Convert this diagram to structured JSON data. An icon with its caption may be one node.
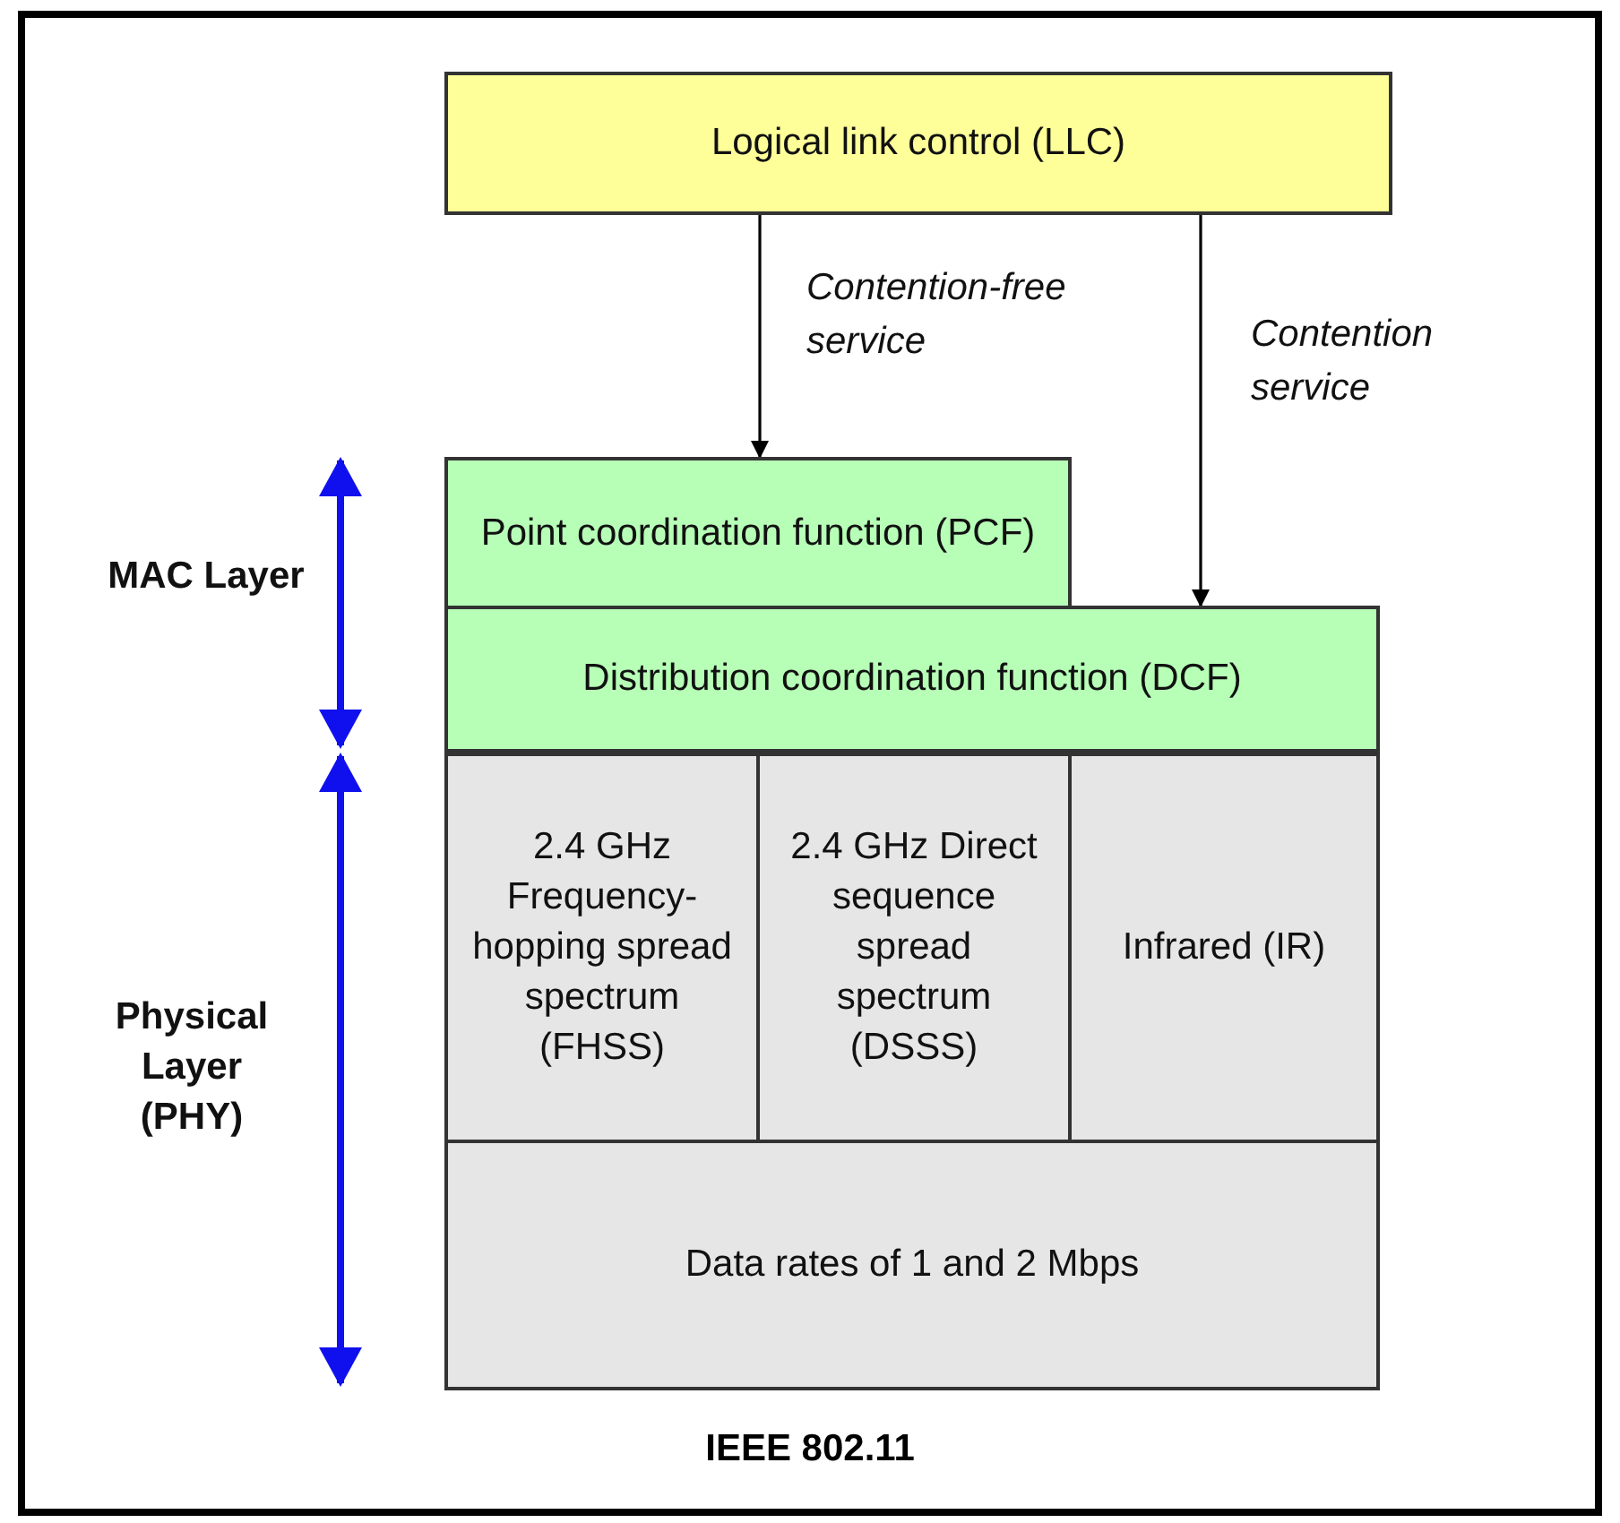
{
  "diagram": {
    "title": "IEEE 802.11",
    "nodes": [
      {
        "text": [
          "Logical link control (LLC)"
        ]
      },
      {
        "text": [
          "Point coordination function (PCF)"
        ]
      },
      {
        "text": [
          "Distribution coordination function (DCF)"
        ]
      },
      {
        "text": [
          "2.4 GHz Frequency-hopping spread spectrum (FHSS)"
        ]
      },
      {
        "text": [
          "2.4 GHz Direct sequence spread spectrum (DSSS)"
        ]
      },
      {
        "text": [
          "Infrared (IR)"
        ]
      },
      {
        "text": [
          "Data rates of 1 and 2 Mbps"
        ]
      }
    ],
    "edges": [
      {
        "from": 0,
        "to": 1,
        "arrow": "to",
        "label": "Contention-free service"
      },
      {
        "from": 0,
        "to": 2,
        "arrow": "to",
        "label": "Contention service"
      }
    ],
    "labels": [
      "MAC Layer",
      "Physical Layer (PHY)"
    ]
  }
}
